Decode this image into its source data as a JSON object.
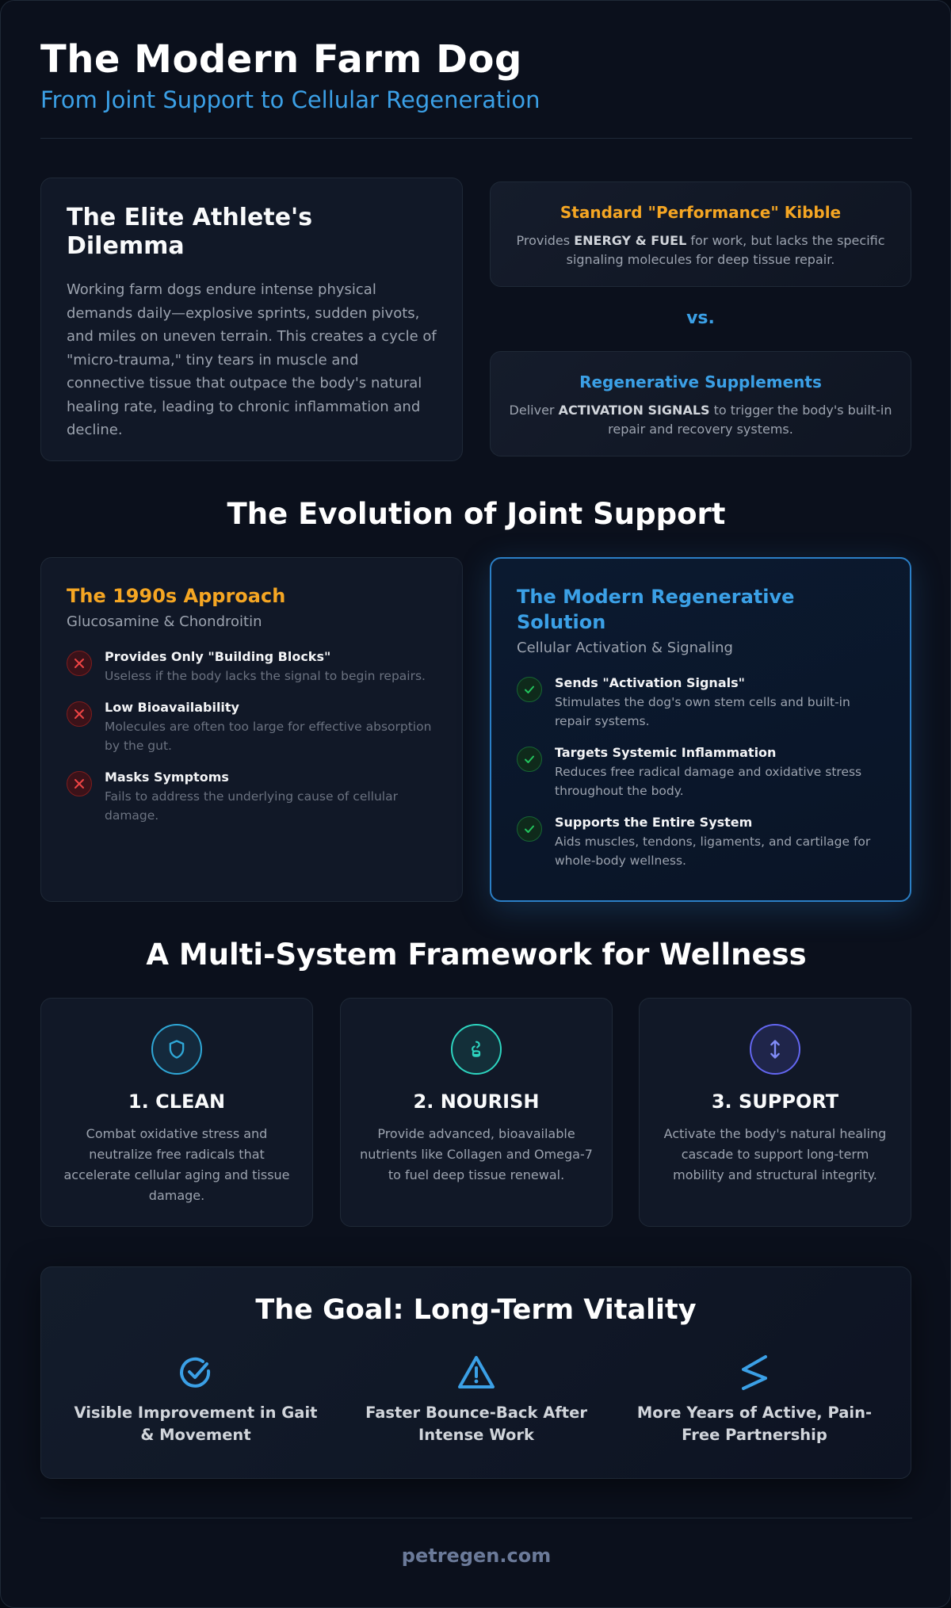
{
  "header": {
    "title": "The Modern Farm Dog",
    "subtitle": "From Joint Support to Cellular Regeneration"
  },
  "dilemma": {
    "title": "The Elite Athlete's Dilemma",
    "text": "Working farm dogs endure intense physical demands daily—explosive sprints, sudden pivots, and miles on uneven terrain. This creates a cycle of \"micro-trauma,\" tiny tears in muscle and connective tissue that outpace the body's natural healing rate, leading to chronic inflammation and decline."
  },
  "comparison": {
    "kibble": {
      "title": "Standard \"Performance\" Kibble",
      "pre": "Provides ",
      "bold": "ENERGY & FUEL",
      "post": " for work, but lacks the specific signaling molecules for deep tissue repair."
    },
    "vs": "vs.",
    "supplements": {
      "title": "Regenerative Supplements",
      "pre": "Deliver ",
      "bold": "ACTIVATION SIGNALS",
      "post": " to trigger the body's built-in repair and recovery systems."
    }
  },
  "evolution": {
    "heading": "The Evolution of Joint Support",
    "old": {
      "title": "The 1990s Approach",
      "subtitle": "Glucosamine & Chondroitin",
      "items": [
        {
          "title": "Provides Only \"Building Blocks\"",
          "text": "Useless if the body lacks the signal to begin repairs."
        },
        {
          "title": "Low Bioavailability",
          "text": "Molecules are often too large for effective absorption by the gut."
        },
        {
          "title": "Masks Symptoms",
          "text": "Fails to address the underlying cause of cellular damage."
        }
      ]
    },
    "modern": {
      "title": "The Modern Regenerative Solution",
      "subtitle": "Cellular Activation & Signaling",
      "items": [
        {
          "title": "Sends \"Activation Signals\"",
          "text": "Stimulates the dog's own stem cells and built-in repair systems."
        },
        {
          "title": "Targets Systemic Inflammation",
          "text": "Reduces free radical damage and oxidative stress throughout the body."
        },
        {
          "title": "Supports the Entire System",
          "text": "Aids muscles, tendons, ligaments, and cartilage for whole-body wellness."
        }
      ]
    }
  },
  "framework": {
    "heading": "A Multi-System Framework for Wellness",
    "cards": [
      {
        "icon": "shield-icon",
        "title": "1. CLEAN",
        "text": "Combat oxidative stress and neutralize free radicals that accelerate cellular aging and tissue damage."
      },
      {
        "icon": "nutrition-icon",
        "title": "2. NOURISH",
        "text": "Provide advanced, bioavailable nutrients like Collagen and Omega-7 to fuel deep tissue renewal."
      },
      {
        "icon": "arrows-vertical-icon",
        "title": "3. SUPPORT",
        "text": "Activate the body's natural healing cascade to support long-term mobility and structural integrity."
      }
    ]
  },
  "goal": {
    "title": "The Goal: Long-Term Vitality",
    "items": [
      {
        "icon": "check-circle-icon",
        "text": "Visible Improvement in Gait & Movement"
      },
      {
        "icon": "warning-icon",
        "text": "Faster Bounce-Back After Intense Work"
      },
      {
        "icon": "less-than-icon",
        "text": "More Years of Active, Pain-Free Partnership"
      }
    ]
  },
  "footer": {
    "site": "petregen.com"
  },
  "colors": {
    "accent_blue": "#3ba0e6",
    "accent_orange": "#f5a623",
    "cross_red": "#ef4444",
    "check_green": "#22c55e",
    "clean_icon": "#2fa7d6",
    "nourish_icon": "#2dd4bf",
    "support_icon": "#6366f1"
  }
}
